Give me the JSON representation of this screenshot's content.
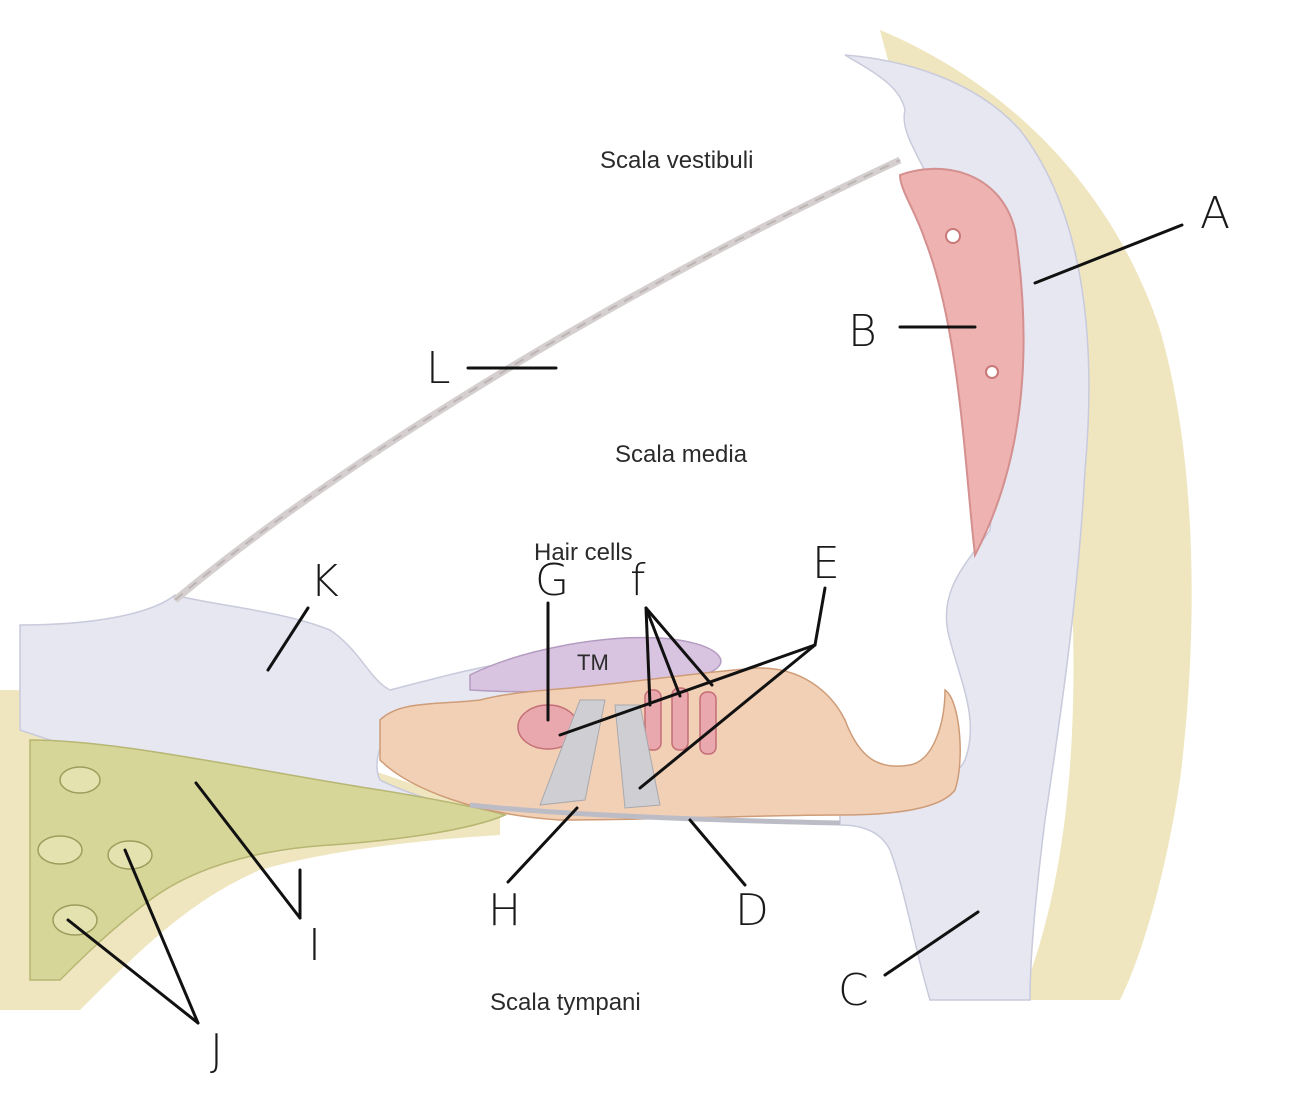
{
  "diagram": {
    "regions": {
      "scala_vestibuli": "Scala vestibuli",
      "scala_media": "Scala media",
      "scala_tympani": "Scala tympani",
      "hair_cells": "Hair cells",
      "tectorial_membrane": "TM"
    },
    "letters": {
      "a": "A",
      "b": "B",
      "c": "C",
      "d": "D",
      "e": "E",
      "f": "f",
      "g": "G",
      "h": "H",
      "i": "I",
      "j": "J",
      "k": "K",
      "l": "L"
    }
  },
  "colors": {
    "bone": "#efe6bf",
    "connective_tissue": "#e6e7f1",
    "stria_vascularis": "#eeb2b0",
    "hair_cell": "#e9a8ad",
    "epithelium": "#f1d0b6",
    "tectorial_membrane": "#d8c4e0",
    "nerve": "#d7d699",
    "pillar": "#cfcfd3"
  }
}
